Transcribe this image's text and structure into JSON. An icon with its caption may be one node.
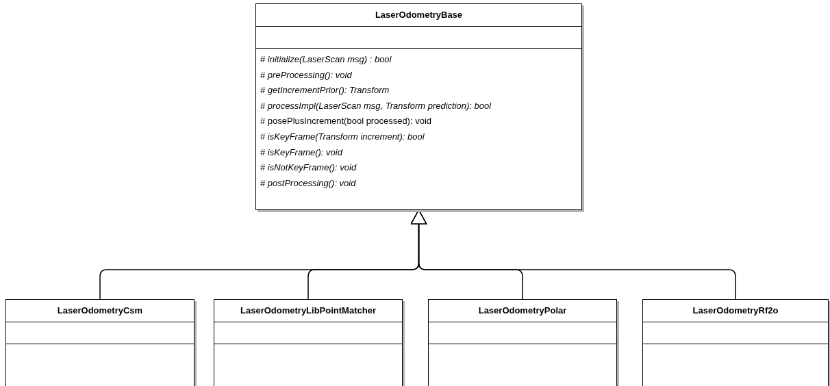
{
  "diagram": {
    "nodes": [
      {
        "text": [
          "LaserOdometryBase",
          "# *initialize(LaserScan msg) : bool*",
          "# *preProcessing(): void*",
          "# *getIncrementPrior(): Transform*",
          "# *processImpl(LaserScan msg, Transform prediction): bool*",
          "# posePlusIncrement(bool processed): void",
          "# *isKeyFrame(Transform increment): bool*",
          "# *isKeyFrame(): void*",
          "# *isNotKeyFrame(): void*",
          "# *postProcessing(): void*"
        ]
      },
      {
        "text": [
          "LaserOdometryCsm"
        ]
      },
      {
        "text": [
          "LaserOdometryLibPointMatcher"
        ]
      },
      {
        "text": [
          "LaserOdometryPolar"
        ]
      },
      {
        "text": [
          "LaserOdometryRf2o"
        ]
      }
    ],
    "edges": [
      {
        "from": 1,
        "to": 0,
        "arrow": "to"
      },
      {
        "from": 2,
        "to": 0,
        "arrow": "to"
      },
      {
        "from": 3,
        "to": 0,
        "arrow": "to"
      },
      {
        "from": 4,
        "to": 0,
        "arrow": "to"
      }
    ]
  }
}
